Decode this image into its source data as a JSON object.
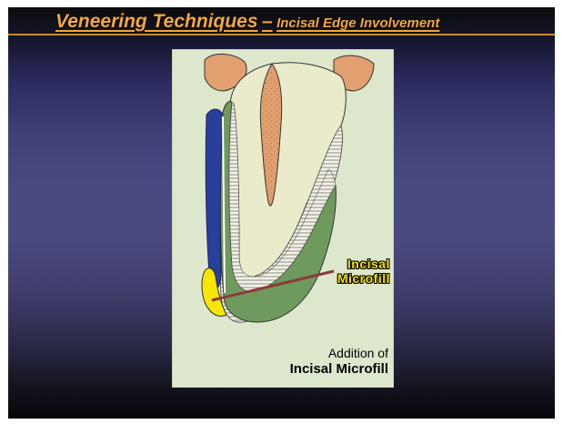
{
  "slide": {
    "title": "Veneering Techniques",
    "title_separator": "–",
    "subtitle": "Incisal Edge Involvement"
  },
  "diagram": {
    "callout": {
      "line1": "Incisal",
      "line2": "Microfill"
    },
    "caption": {
      "line1": "Addition of",
      "line2": "Incisal Microfill"
    }
  },
  "colors": {
    "title": "#f2a93b",
    "panel_background": "#dde7cc",
    "enamel_green": "#6f9a5d",
    "dentin": "#e9ebca",
    "pulp": "#e2a071",
    "veneer_blue": "#2a3f9c",
    "incisal_microfill": "#f7e600",
    "leader_line": "#8a3b3b"
  },
  "icons": []
}
